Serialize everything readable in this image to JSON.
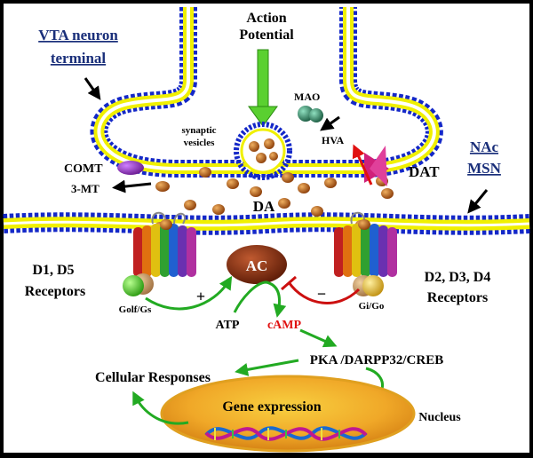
{
  "labels": {
    "action_potential_line1": "Action",
    "action_potential_line2": "Potential",
    "vta_line1": "VTA  neuron",
    "vta_line2": "terminal",
    "nac_line1": "NAc",
    "nac_line2": "MSN",
    "mao": "MAO",
    "hva": "HVA",
    "synaptic_line1": "synaptic",
    "synaptic_line2": "vesicles",
    "comt": "COMT",
    "three_mt": "3-MT",
    "da": "DA",
    "dat": "DAT",
    "d1_line1": "D1, D5",
    "d1_line2": "Receptors",
    "d2_line1": "D2, D3, D4",
    "d2_line2": "Receptors",
    "ac": "AC",
    "golf": "Golf/Gs",
    "gi": "Gi/Go",
    "plus": "+",
    "minus": "−",
    "atp": "ATP",
    "camp": "cAMP",
    "pka": "PKA /DARPP32/CREB",
    "cellular": "Cellular Responses",
    "gene": "Gene expression",
    "nucleus": "Nucleus"
  },
  "colors": {
    "background": "#ffffff",
    "border": "#000000",
    "membrane_head": "#1428c8",
    "membrane_tail": "#f0f000",
    "dopamine": "#c8641e",
    "arrow_green": "#22aa22",
    "inhibit_red": "#cc1010",
    "ac_enzyme": "#8a2c10",
    "nucleus": "#f0a020",
    "comt": "#9b3ab8",
    "mao": "#2e8a6a",
    "dat": "#d0207a"
  },
  "icons": {
    "ac": "enzyme-ellipse-icon",
    "receptor": "seven-helix-receptor-icon",
    "gprotein": "g-protein-icon",
    "dna": "dna-helix-icon"
  }
}
